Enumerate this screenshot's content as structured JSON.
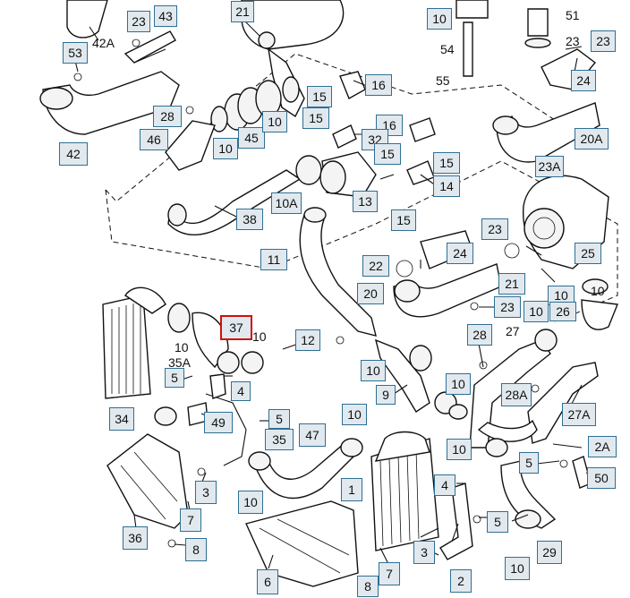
{
  "callouts": [
    "42A",
    "23",
    "43",
    "21",
    "10",
    "51",
    "53",
    "23",
    "23",
    "54",
    "55",
    "24",
    "16",
    "15",
    "28",
    "15",
    "16",
    "46",
    "10",
    "45",
    "10",
    "32",
    "15",
    "20A",
    "15",
    "23A",
    "42",
    "10A",
    "13",
    "14",
    "38",
    "15",
    "11",
    "22",
    "23",
    "24",
    "25",
    "20",
    "21",
    "10",
    "37",
    "23",
    "26",
    "10",
    "12",
    "28",
    "27",
    "35A",
    "10",
    "28A",
    "10",
    "5",
    "4",
    "9",
    "27A",
    "34",
    "49",
    "5",
    "10",
    "35",
    "47",
    "10",
    "5",
    "2A",
    "3",
    "1",
    "4",
    "10",
    "50",
    "7",
    "36",
    "5",
    "8",
    "6",
    "3",
    "7",
    "29",
    "10",
    "8",
    "2"
  ],
  "plain_labels": [
    "10",
    "10",
    "10"
  ]
}
